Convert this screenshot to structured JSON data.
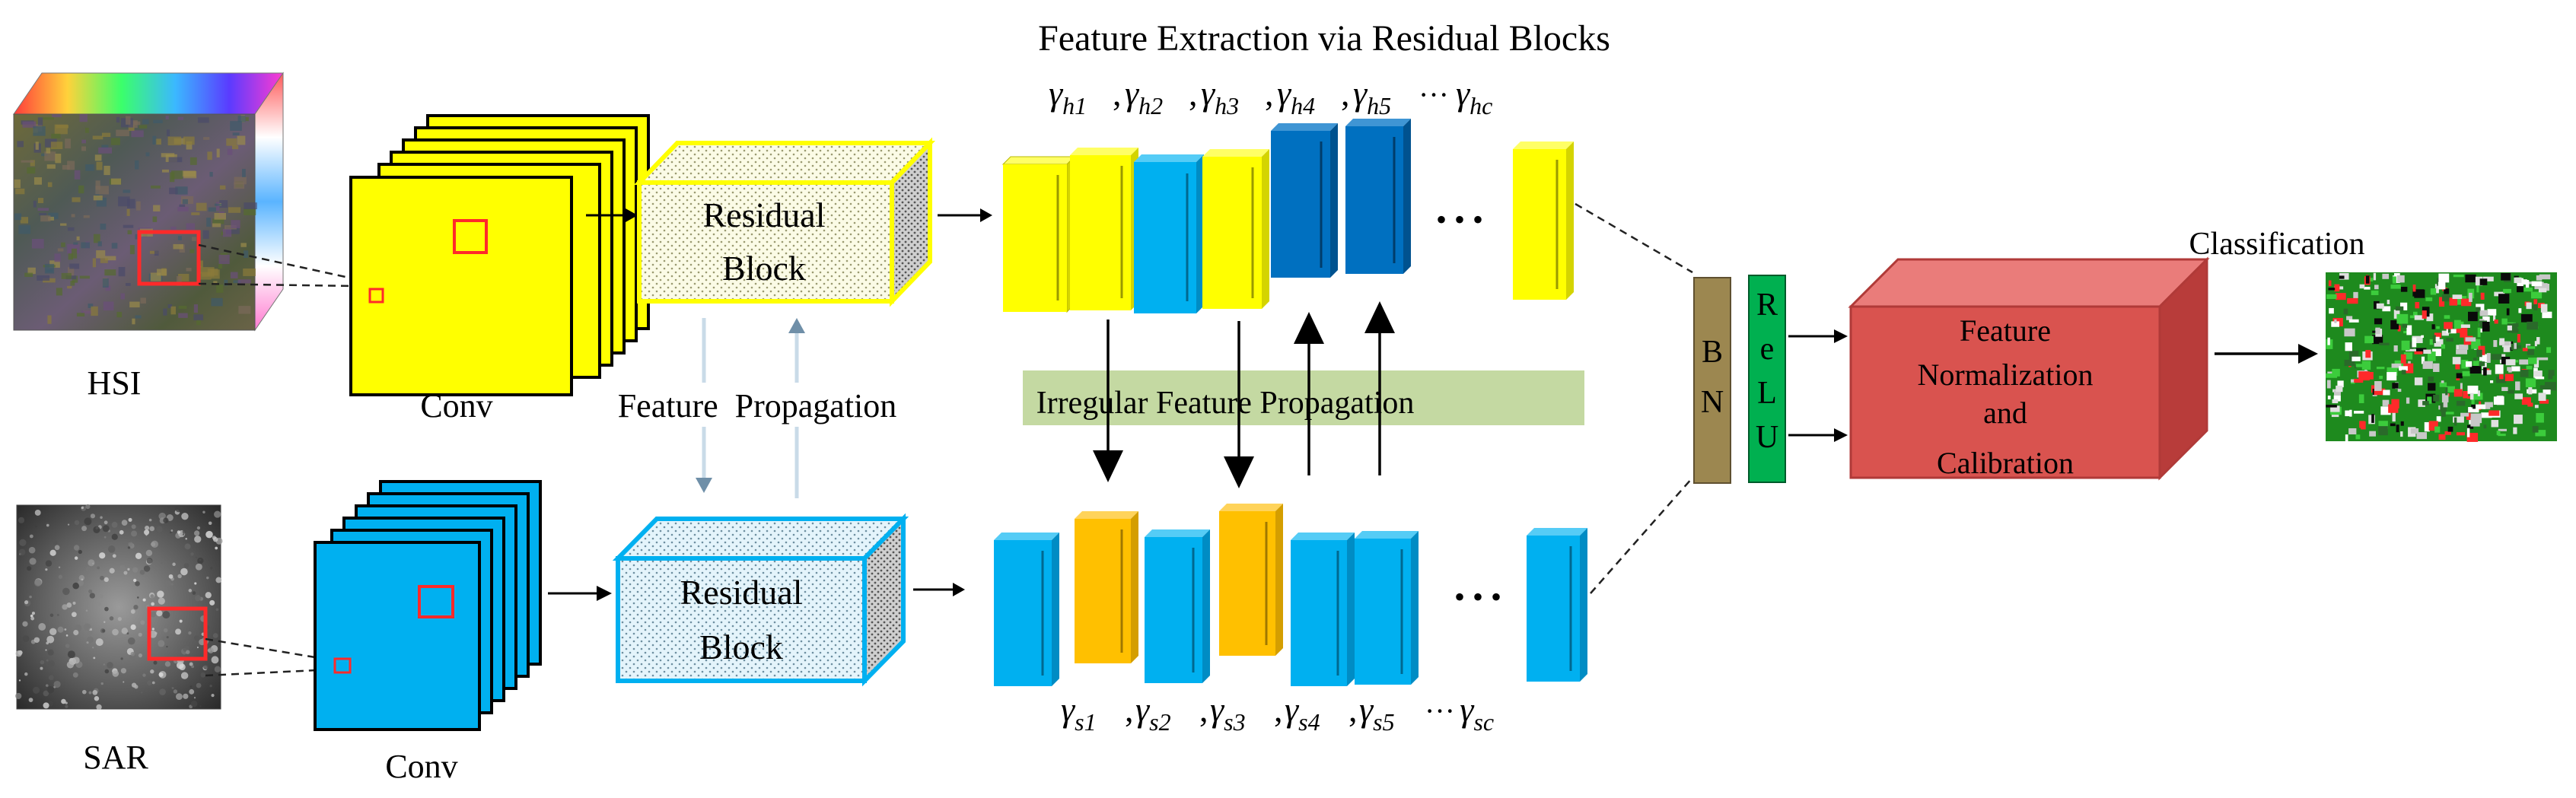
{
  "title": "Feature Extraction via Residual Blocks",
  "labels": {
    "hsi": "HSI",
    "sar": "SAR",
    "conv_top": "Conv",
    "conv_bottom": "Conv",
    "feature_propagation": "Feature  Propagation",
    "irregular_feature_propagation": "Irregular Feature Propagation",
    "classification": "Classification"
  },
  "residual_block": {
    "line1": "Residual",
    "line2": "Block"
  },
  "bn_letters": [
    "B",
    "N"
  ],
  "relu_letters": [
    "R",
    "e",
    "L",
    "U"
  ],
  "fnc_box": {
    "line1": "Feature",
    "line2": "Normalization",
    "line3": "and",
    "line4": "Calibration"
  },
  "ellipsis": "• • •",
  "gamma_top": {
    "symbol": "γ",
    "subscripts": [
      "h1",
      "h2",
      "h3",
      "h4",
      "h5",
      "hc"
    ],
    "separator": ",",
    "dots": "···"
  },
  "gamma_bottom": {
    "symbol": "γ",
    "subscripts": [
      "s1",
      "s2",
      "s3",
      "s4",
      "s5",
      "sc"
    ],
    "separator": ",",
    "dots": "···"
  },
  "colors": {
    "yellow": "#ffff00",
    "cyan": "#00b0f0",
    "dark_blue": "#0070c0",
    "orange": "#ffc000",
    "bn": "#9c8750",
    "relu": "#00b050",
    "fnc_front": "#d9534f",
    "fnc_top": "#ea7c7a",
    "fnc_side": "#b83c3a",
    "irregular_band": "#c4d9a2",
    "highlight": "#ff2a2a",
    "propagation_arrow": "#c9dbe8"
  }
}
